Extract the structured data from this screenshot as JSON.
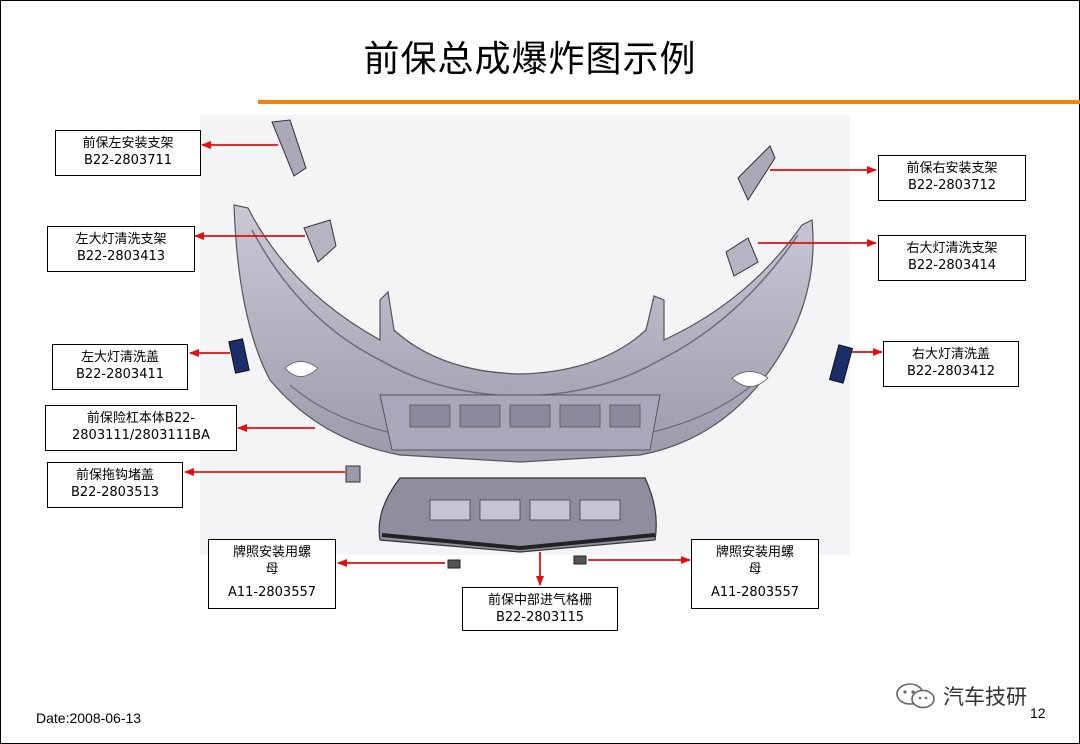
{
  "slide": {
    "title": "前保总成爆炸图示例",
    "date": "Date:2008-06-13",
    "page_number": "12",
    "watermark": "汽车技研",
    "accent_color": "#f5820b",
    "arrow_color": "#e01010"
  },
  "parts": [
    {
      "id": "front-left-mount-bracket",
      "line1": "前保左安装支架",
      "line2": "B22-2803711"
    },
    {
      "id": "front-right-mount-bracket",
      "line1": "前保右安装支架",
      "line2": "B22-2803712"
    },
    {
      "id": "left-headlamp-washer-bracket",
      "line1": "左大灯清洗支架",
      "line2": "B22-2803413"
    },
    {
      "id": "right-headlamp-washer-bracket",
      "line1": "右大灯清洗支架",
      "line2": "B22-2803414"
    },
    {
      "id": "left-headlamp-washer-cover",
      "line1": "左大灯清洗盖",
      "line2": "B22-2803411"
    },
    {
      "id": "right-headlamp-washer-cover",
      "line1": "右大灯清洗盖",
      "line2": "B22-2803412"
    },
    {
      "id": "bumper-body",
      "line1": "前保险杠本体B22-",
      "line2": "2803111/2803111BA"
    },
    {
      "id": "tow-hook-cover",
      "line1": "前保拖钩堵盖",
      "line2": "B22-2803513"
    },
    {
      "id": "plate-nut-left",
      "line1": "牌照安装用螺",
      "line2": "母",
      "line3": "A11-2803557"
    },
    {
      "id": "plate-nut-right",
      "line1": "牌照安装用螺",
      "line2": "母",
      "line3": "A11-2803557"
    },
    {
      "id": "center-grille",
      "line1": "前保中部进气格栅",
      "line2": "B22-2803115"
    }
  ]
}
